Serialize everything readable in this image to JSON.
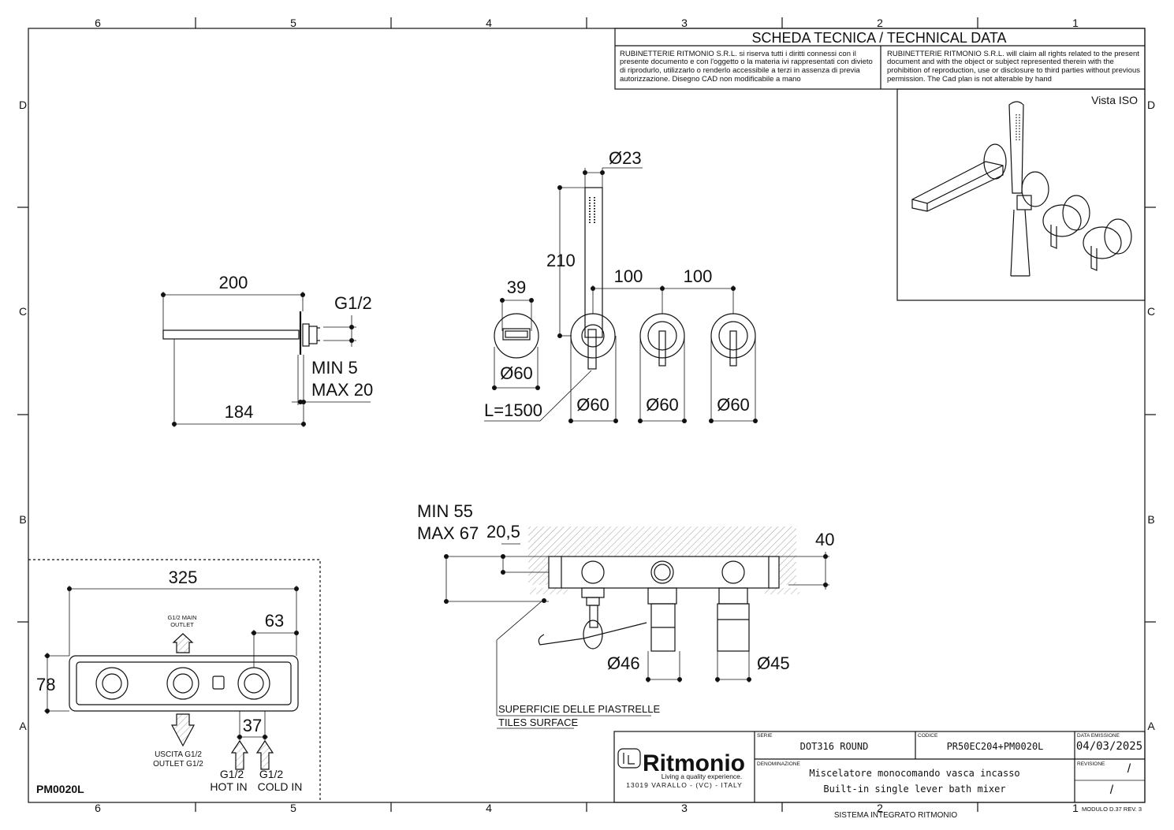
{
  "frame": {
    "cols_top": [
      "6",
      "5",
      "4",
      "3",
      "2",
      "1"
    ],
    "cols_bottom": [
      "6",
      "5",
      "4",
      "3",
      "2",
      "1"
    ],
    "rows_left": [
      "D",
      "C",
      "B",
      "A"
    ],
    "rows_right": [
      "D",
      "C",
      "B",
      "A"
    ]
  },
  "header": {
    "title": "SCHEDA TECNICA / TECHNICAL DATA",
    "legal_it": [
      "RUBINETTERIE RITMONIO S.R.L. si riserva tutti i diritti connessi con il",
      "presente documento e con l'oggetto o la materia ivi rappresentati con divieto",
      "di riprodurlo, utilizzarlo o renderlo accessibile a terzi in assenza di previa",
      "autorizzazione. Disegno CAD non modificabile a mano"
    ],
    "legal_en": [
      "RUBINETTERIE RITMONIO S.R.L. will claim all rights related to the present",
      "document and with the object or subject represented therein with the",
      "prohibition  of reproduction, use or disclosure to third parties without previous",
      "permission.  The Cad plan is not alterable by hand"
    ]
  },
  "iso_view": {
    "label": "Vista ISO"
  },
  "spout_view": {
    "dims": {
      "length": "200",
      "inner": "184",
      "thread": "G1/2",
      "min": "MIN 5",
      "max": "MAX 20"
    }
  },
  "front_view": {
    "dims": {
      "hand_diam": "Ø23",
      "hand_height": "210",
      "spacing_1": "100",
      "spacing_2": "100",
      "holder_width": "39",
      "holder_diam": "Ø60",
      "hose": "L=1500",
      "plate_1": "Ø60",
      "plate_2": "Ø60",
      "plate_3": "Ø60"
    }
  },
  "section_view": {
    "dims": {
      "min": "MIN 55",
      "max": "MAX 67",
      "offset": "20,5",
      "depth": "40",
      "diam_1": "Ø46",
      "diam_2": "Ø45"
    },
    "surface_it": "SUPERFICIE DELLE PIASTRELLE",
    "surface_en": "TILES SURFACE"
  },
  "box_view": {
    "code": "PM0020L",
    "dims": {
      "width": "325",
      "height": "78",
      "offset": "63",
      "pitch": "37"
    },
    "main_outlet": [
      "G1/2 MAIN",
      "OUTLET"
    ],
    "outlet": [
      "USCITA G1/2",
      "OUTLET G1/2"
    ],
    "hot_in": [
      "G1/2",
      "HOT IN"
    ],
    "cold_in": [
      "G1/2",
      "COLD IN"
    ]
  },
  "title_block": {
    "brand": "Ritmonio",
    "tagline": "Living a quality experience.",
    "address": "13019 VARALLO - (VC) - ITALY",
    "serie_label": "SERIE",
    "serie": "DOT316  ROUND",
    "codice_label": "CODICE",
    "codice": "PR50EC204+PM0020L",
    "data_label": "DATA EMISSIONE",
    "data": "04/03/2025",
    "denominazione_label": "DENOMINAZIONE",
    "desc_it": "Miscelatore  monocomando  vasca  incasso",
    "desc_en": "Built-in  single  lever  bath  mixer",
    "revisione_label": "REVISIONE",
    "rev_1": "/",
    "rev_2": "/"
  },
  "footer": {
    "system": "SISTEMA INTEGRATO RITMONIO",
    "module": "MODULO D.37 REV. 3"
  }
}
